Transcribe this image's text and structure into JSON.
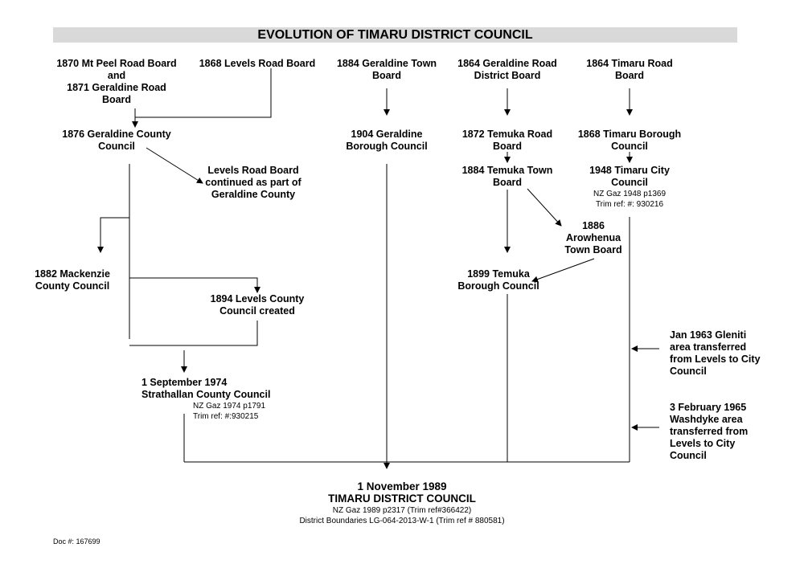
{
  "title": "EVOLUTION OF TIMARU DISTRICT COUNCIL",
  "nodes": {
    "mtpeel": [
      "1870 Mt Peel Road Board",
      "and",
      "1871 Geraldine Road",
      "Board"
    ],
    "levels_rb": [
      "1868 Levels Road Board"
    ],
    "geraldine_town": [
      "1884 Geraldine Town",
      "Board"
    ],
    "geraldine_district": [
      "1864 Geraldine Road",
      "District Board"
    ],
    "timaru_road": [
      "1864 Timaru Road",
      "Board"
    ],
    "geraldine_county": [
      "1876 Geraldine County",
      "Council"
    ],
    "geraldine_borough": [
      "1904 Geraldine",
      "Borough Council"
    ],
    "temuka_road": [
      "1872 Temuka Road",
      "Board"
    ],
    "timaru_borough": [
      "1868 Timaru Borough",
      "Council"
    ],
    "levels_continued": [
      "Levels Road Board",
      "continued as part of",
      "Geraldine County"
    ],
    "temuka_town": [
      "1884 Temuka Town",
      "Board"
    ],
    "timaru_city": [
      "1948 Timaru City",
      "Council"
    ],
    "arowhenua": [
      "1886",
      "Arowhenua",
      "Town Board"
    ],
    "mackenzie": [
      "1882 Mackenzie",
      "County Council"
    ],
    "temuka_borough": [
      "1899 Temuka",
      "Borough Council"
    ],
    "levels_county": [
      "1894 Levels County",
      "Council created"
    ],
    "gleniti": [
      "Jan 1963 Gleniti",
      "area transferred",
      "from Levels  to City",
      "Council"
    ],
    "strathallan": [
      "1 September 1974",
      "Strathallan County Council"
    ],
    "washdyke": [
      "3 February 1965",
      "Washdyke area",
      "transferred from",
      "Levels to City",
      "Council"
    ]
  },
  "notes": {
    "timaru_city": [
      "NZ Gaz 1948 p1369",
      "Trim ref: #: 930216"
    ],
    "strathallan": [
      "NZ Gaz 1974 p1791",
      "Trim ref: #:930215"
    ],
    "final": [
      "NZ Gaz 1989 p2317 (Trim ref#366422)",
      "District Boundaries LG-064-2013-W-1 (Trim ref # 880581)"
    ]
  },
  "final": {
    "date": "1 November 1989",
    "name": "TIMARU DISTRICT COUNCIL"
  },
  "doc_ref": "Doc #: 167699"
}
